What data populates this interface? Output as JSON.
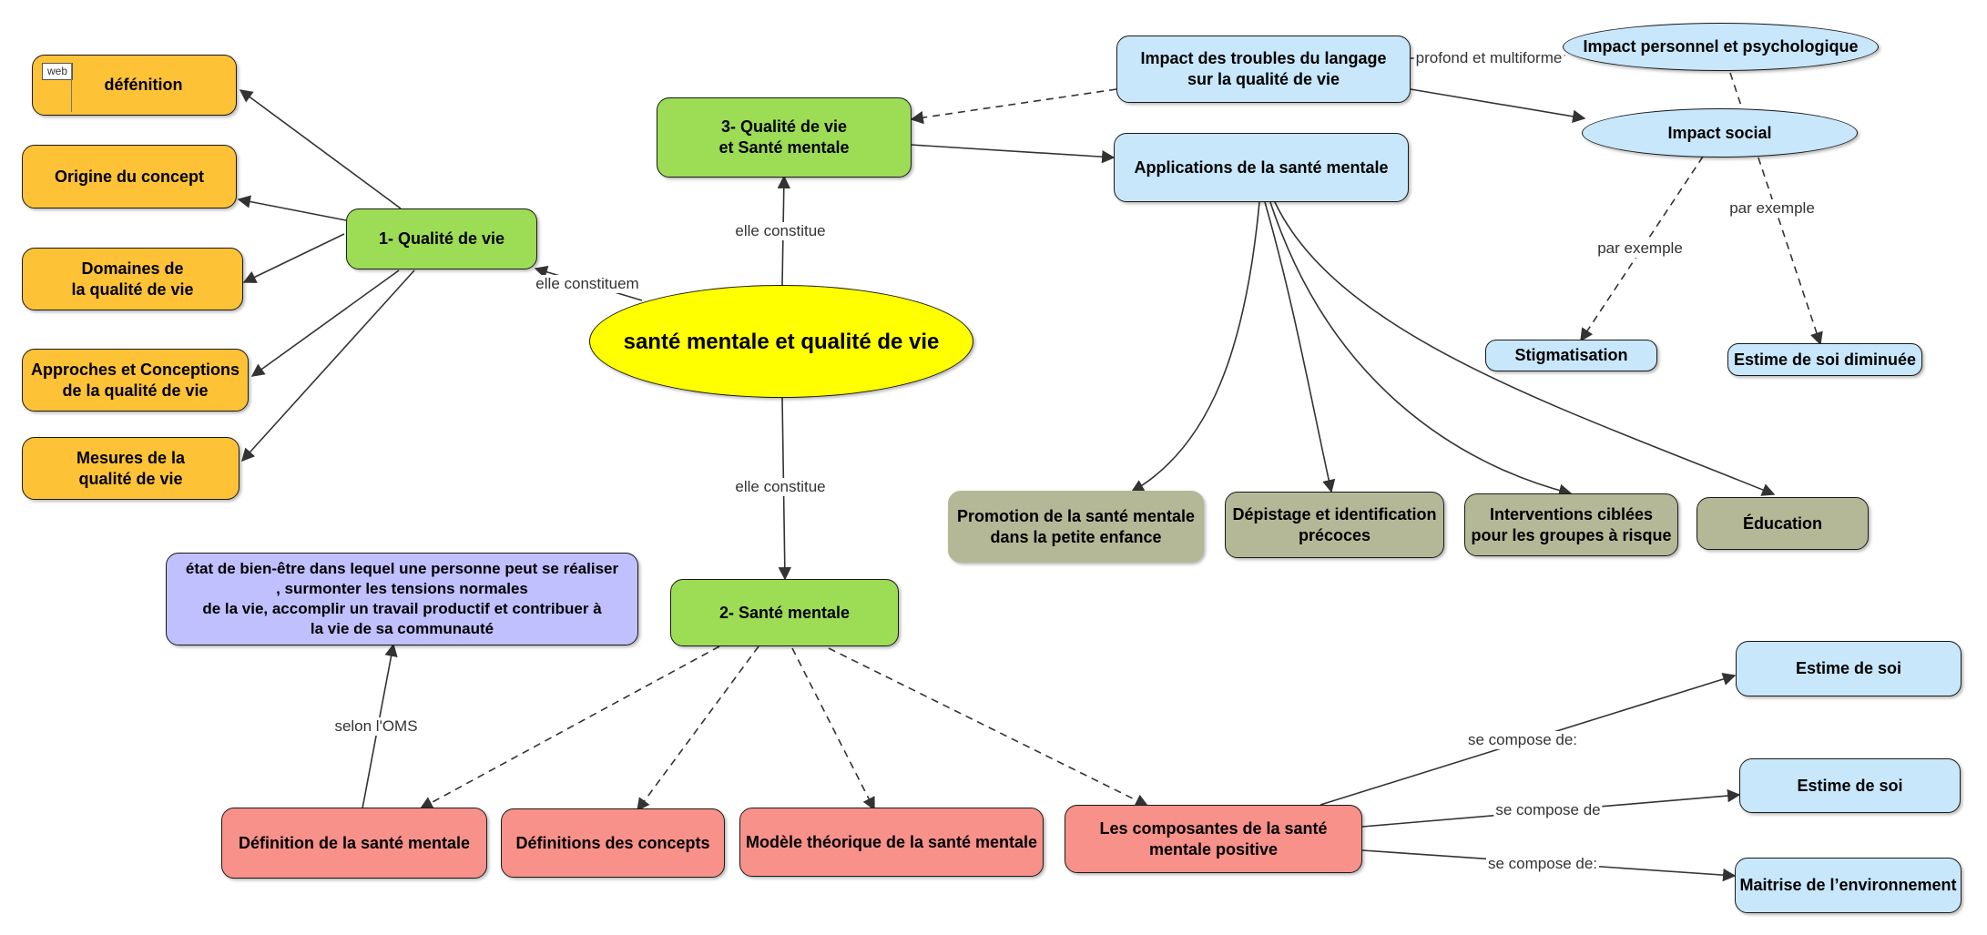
{
  "concept_map": {
    "center": "santé mentale et qualité de vie",
    "branch_quality": "1- Qualité de vie",
    "branch_mental_health": "2- Santé mentale",
    "branch_qol_mh": "3- Qualité de vie\net Santé mentale",
    "quality_children": {
      "definition": "défénition",
      "web_badge": "web",
      "origin": "Origine du concept",
      "domains": "Domaines de\nla qualité de vie",
      "approaches": "Approches et Conceptions\nde la qualité de vie",
      "measures": "Mesures de la\nqualité de vie"
    },
    "mental_health_children": {
      "definition": "Définition de la santé  mentale",
      "concepts": "Définitions des concepts",
      "model": "Modèle théorique de la santé mentale",
      "components": "Les composantes de la santé\nmentale positive",
      "oms_definition": "état de bien-être dans lequel une personne peut se réaliser\n, surmonter les tensions normales\nde la vie, accomplir un travail productif et contribuer à\nla vie de sa communauté"
    },
    "components_children": {
      "esteem_1": "Estime de soi",
      "esteem_2": "Estime de soi",
      "environment": "Maitrise de l’environnement"
    },
    "qol_mh_children": {
      "impact_language": "Impact des troubles du langage\nsur la qualité de vie",
      "applications": "Applications de la santé mentale",
      "impact_personal": "Impact personnel et psychologique",
      "impact_social": "Impact social",
      "stigmatisation": "Stigmatisation",
      "self_esteem_low": "Estime de soi diminuée",
      "promotion": "Promotion de la santé mentale\ndans la petite enfance",
      "screening": "Dépistage et identification\nprécoces",
      "interventions": "Interventions ciblées\npour les groupes à risque",
      "education": "Éducation"
    },
    "link_labels": {
      "constitutes_1": "elle constituem",
      "constitutes_2": "elle constitue",
      "constitutes_3": "elle constitue",
      "according_oms": "selon l'OMS",
      "composed_1": "se compose de:",
      "composed_2": "se compose de",
      "composed_3": "se compose de:",
      "deep": "profond et multiforme",
      "example_1": "par exemple",
      "example_2": "par exemple"
    },
    "colors": {
      "orange": "#fec237",
      "green": "#9ddc55",
      "yellow": "#ffff00",
      "light_blue": "#c8e7fb",
      "olive": "#b5b896",
      "salmon": "#f7918a",
      "lavender": "#c1c0ff"
    }
  }
}
